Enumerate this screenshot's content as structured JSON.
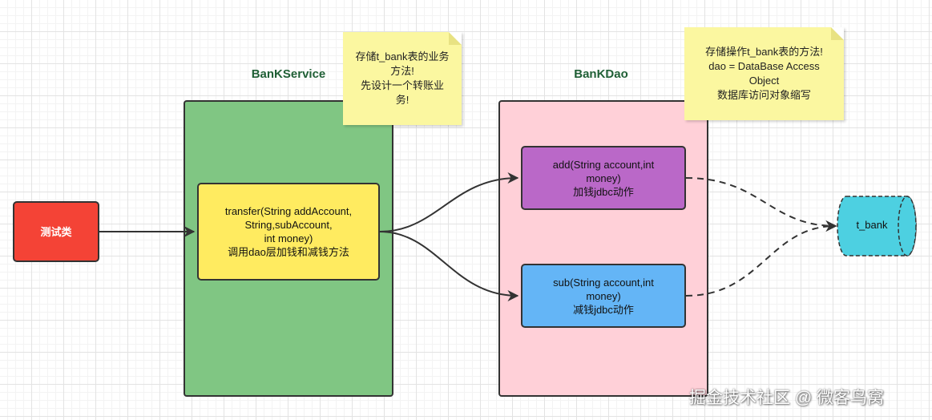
{
  "service": {
    "title": "BanKService"
  },
  "dao": {
    "title": "BanKDao"
  },
  "test_class": {
    "label": "测试类"
  },
  "transfer": {
    "lines": [
      "transfer(String addAccount,",
      "String,subAccount,",
      "int money)",
      "调用dao层加钱和减钱方法"
    ]
  },
  "add": {
    "lines": [
      "add(String account,int",
      "money)",
      "加钱jdbc动作"
    ]
  },
  "sub": {
    "lines": [
      "sub(String account,int",
      "money)",
      "减钱jdbc动作"
    ]
  },
  "database": {
    "label": "t_bank"
  },
  "note_service": {
    "lines": [
      "存储t_bank表的业务",
      "方法!",
      "先设计一个转账业",
      "务!"
    ]
  },
  "note_dao": {
    "lines": [
      "存储操作t_bank表的方法!",
      "dao = DataBase Access",
      "Object",
      "数据库访问对象缩写"
    ]
  },
  "watermark": {
    "text": "掘金技术社区 @ 微客鸟窝"
  },
  "colors": {
    "service_bg": "#80c683",
    "dao_bg": "#ffd0d8",
    "test_bg": "#f44336",
    "transfer_bg": "#ffeb60",
    "add_bg": "#ba68c8",
    "sub_bg": "#64b5f6",
    "db_bg": "#4dd0e1",
    "note_bg": "#fbf7a0"
  }
}
